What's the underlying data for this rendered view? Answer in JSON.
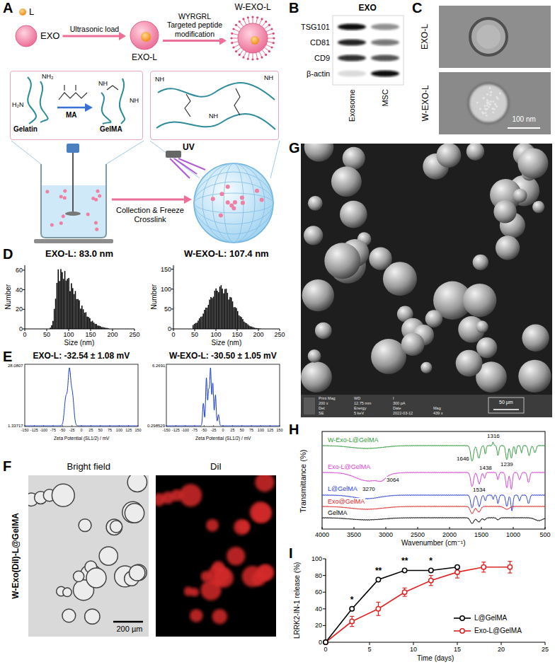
{
  "diagram": {
    "nodes": [
      {
        "text": [
          "L"
        ]
      },
      {
        "text": [
          "EXO"
        ]
      },
      {
        "text": [
          "EXO-L"
        ]
      },
      {
        "text": [
          "W-EXO-L"
        ]
      },
      {
        "text": [
          "NH₂",
          "H₂N",
          "Gelatin",
          "MA",
          "NH",
          "NH",
          "GelMA"
        ]
      },
      {
        "text": [
          "NH",
          "NH",
          "NH"
        ]
      }
    ],
    "edges": [
      {
        "from": 1,
        "to": 2,
        "arrow": "to",
        "label": "Ultrasonic load"
      },
      {
        "from": 2,
        "to": 3,
        "arrow": "to",
        "label": "WYRGRL Targeted peptide modification"
      }
    ],
    "labels": [
      "A",
      "B",
      "C",
      "D",
      "E",
      "F",
      "G",
      "H",
      "I",
      "UV",
      "Collection & Freeze Crosslink",
      "EXO",
      "TSG101",
      "CD81",
      "CD9",
      "β-actin",
      "Exosome",
      "MSC",
      "EXO-L",
      "W-EXO-L",
      "100 nm",
      "EXO-L: 83.0 nm",
      "W-EXO-L: 107.4 nm",
      "0",
      "20",
      "40",
      "60",
      "0",
      "50",
      "100",
      "150",
      "200",
      "250",
      "Number",
      "Size (nm)",
      "0",
      "50",
      "100",
      "150",
      "0",
      "50",
      "100",
      "150",
      "200",
      "250",
      "Number",
      "Size (nm)",
      "EXO-L: -32.54 ± 1.08 mV",
      "W-EXO-L: -30.50 ± 1.05 mV",
      "28.0807",
      "1.33717",
      "-150",
      "-125",
      "-100",
      "-75",
      "-50",
      "-25",
      "0",
      "25",
      "50",
      "75",
      "100",
      "125",
      "150",
      "Zeta Potential (SL1/2) / mV",
      "6.2691",
      "0.298529",
      "-150",
      "-125",
      "-100",
      "-75",
      "-50",
      "-25",
      "0",
      "25",
      "50",
      "75",
      "100",
      "125",
      "150",
      "Zeta Potential (SL1/2) / mV",
      "Bright field",
      "DiI",
      "W-Exo(DiI)-L@GelMA",
      "200 µm",
      "Print Mag",
      "WD",
      "I",
      "200 x",
      "12.75 mm",
      "300 pA",
      "Det",
      "Energy",
      "Date",
      "Mag",
      "SE",
      "5 keV",
      "2022-03-12",
      "439 x",
      "50 µm",
      "Transmittance (%)",
      "4000",
      "3500",
      "3000",
      "2500",
      "2000",
      "1500",
      "1000",
      "500",
      "Wavenumber (cm⁻¹)",
      "W-Exo-L@GelMA",
      "Exo-L@GelMA",
      "L@GelMA",
      "Exo@GelMA",
      "GelMA",
      "1316",
      "1646",
      "1438",
      "1239",
      "3064",
      "3270",
      "1534",
      "LRRK2-IN-1 release (%)",
      "0",
      "20",
      "40",
      "60",
      "80",
      "100",
      "0",
      "5",
      "10",
      "15",
      "20",
      "25",
      "Time (days)",
      "*",
      "**",
      "**",
      "*"
    ],
    "legend": [
      {
        "text": "L@GelMA"
      },
      {
        "text": "Exo-L@GelMA"
      }
    ]
  }
}
